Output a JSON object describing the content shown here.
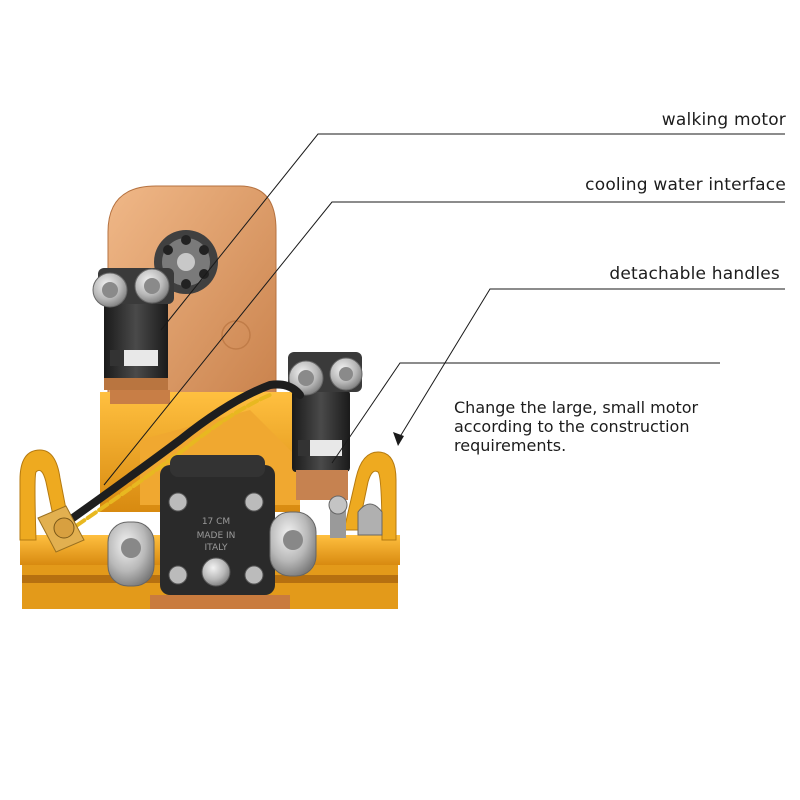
{
  "callouts": {
    "walking_motor": "walking motor",
    "cooling_water_interface": "cooling water interface",
    "detachable_handles": "detachable handles",
    "motor_change_note": "Change the large, small motor according to the construction requirements."
  },
  "stamp": {
    "pump_text_1": "17 CM",
    "pump_text_2": "MADE IN",
    "pump_text_3": "ITALY"
  },
  "colors": {
    "copper": "#d9965c",
    "orange": "#eea020",
    "dark_metal": "#2c2c2c",
    "silver": "#bcbcbc",
    "hose_yellow": "#e8b820",
    "line": "#1a1a1a"
  }
}
